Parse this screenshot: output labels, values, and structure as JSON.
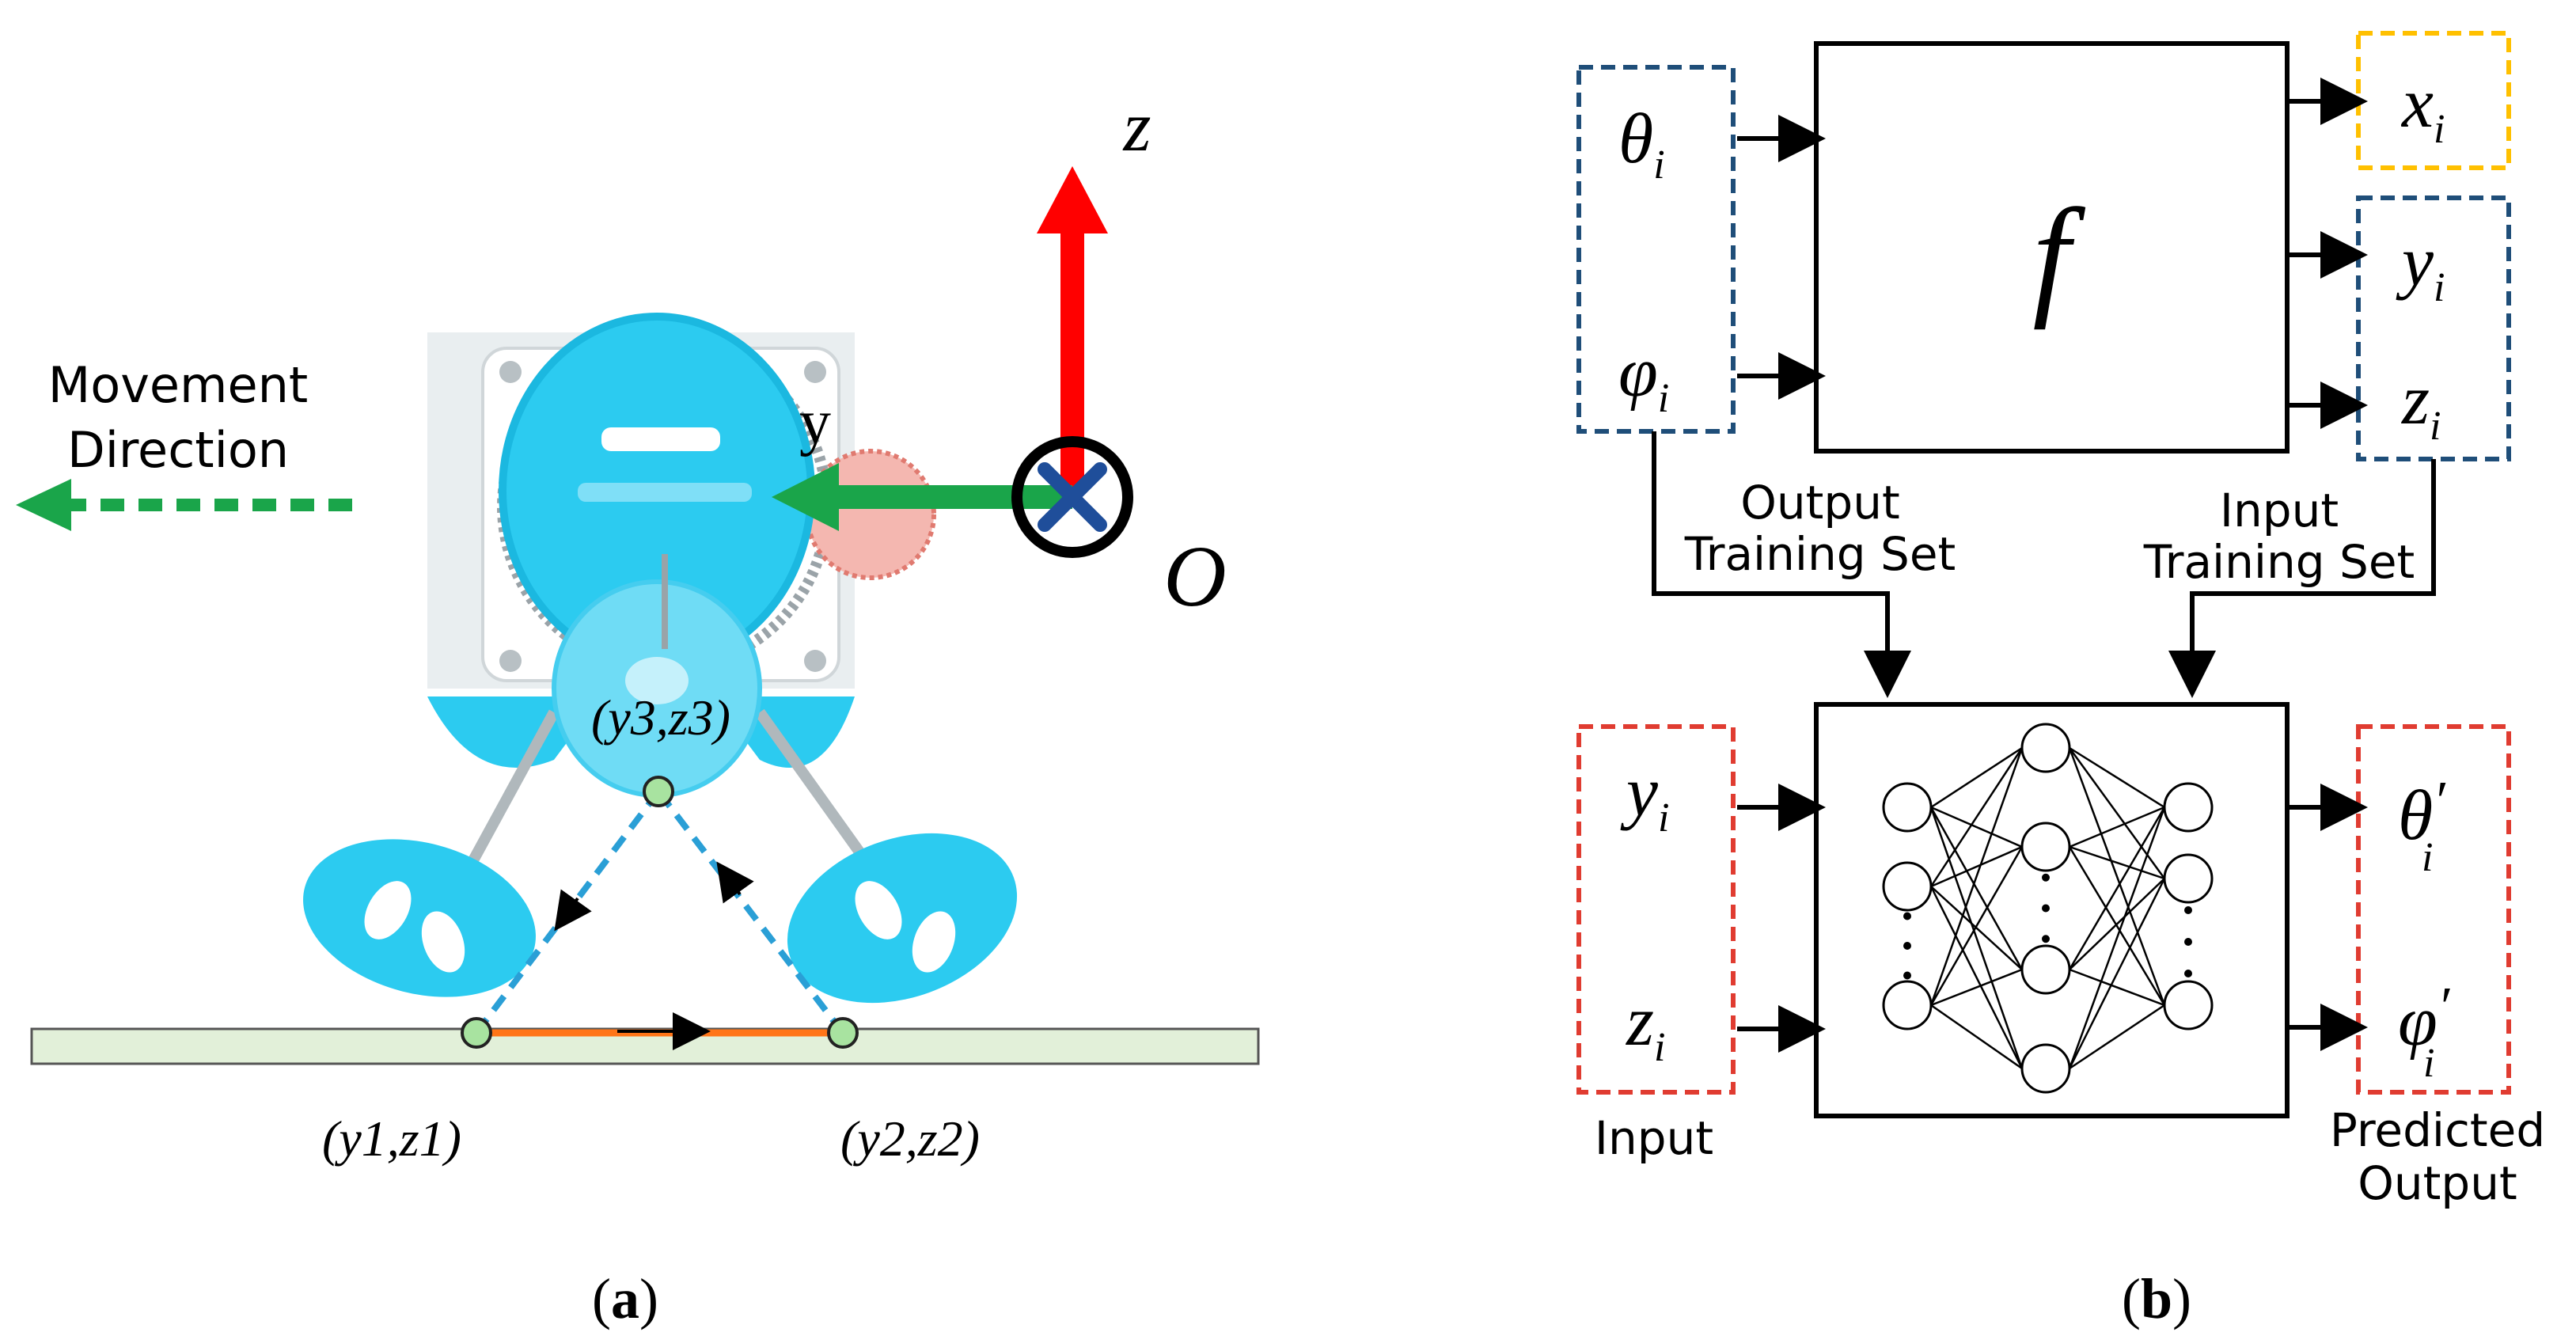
{
  "panel_a": {
    "movement_label_line1": "Movement",
    "movement_label_line2": "Direction",
    "axis_z": "z",
    "axis_y": "y",
    "origin": "O",
    "point1": "(y1,z1)",
    "point2": "(y2,z2)",
    "point3": "(y3,z3)",
    "caption_open": "(",
    "caption_letter": "a",
    "caption_close": ")",
    "colors": {
      "z_axis": "#ff0000",
      "y_axis": "#1aa54a",
      "movement_arrow": "#1aa54a",
      "foot_path": "#2a9fd6",
      "ground_path": "#ff7518",
      "ground": "#e2f0d9",
      "wheel": "#2ccbf0",
      "origin_cross": "#1f4e9a"
    }
  },
  "panel_b": {
    "function_label": "f",
    "inputs_top": [
      {
        "sym": "θ",
        "sub": "i"
      },
      {
        "sym": "φ",
        "sub": "i"
      }
    ],
    "outputs_top": [
      {
        "sym": "x",
        "sub": "i"
      },
      {
        "sym": "y",
        "sub": "i"
      },
      {
        "sym": "z",
        "sub": "i"
      }
    ],
    "inputs_bottom": [
      {
        "sym": "y",
        "sub": "i"
      },
      {
        "sym": "z",
        "sub": "i"
      }
    ],
    "outputs_bottom": [
      {
        "sym": "θ",
        "sub": "i",
        "prime": "′"
      },
      {
        "sym": "φ",
        "sub": "i",
        "prime": "′"
      }
    ],
    "output_training_line1": "Output",
    "output_training_line2": "Training Set",
    "input_training_line1": "Input",
    "input_training_line2": "Training Set",
    "input_label": "Input",
    "predicted_line1": "Predicted",
    "predicted_line2": "Output",
    "caption_open": "(",
    "caption_letter": "b",
    "caption_close": ")",
    "colors": {
      "blue_dash": "#1f4e79",
      "orange_dash": "#ffc000",
      "red_dash": "#e03c31"
    }
  }
}
